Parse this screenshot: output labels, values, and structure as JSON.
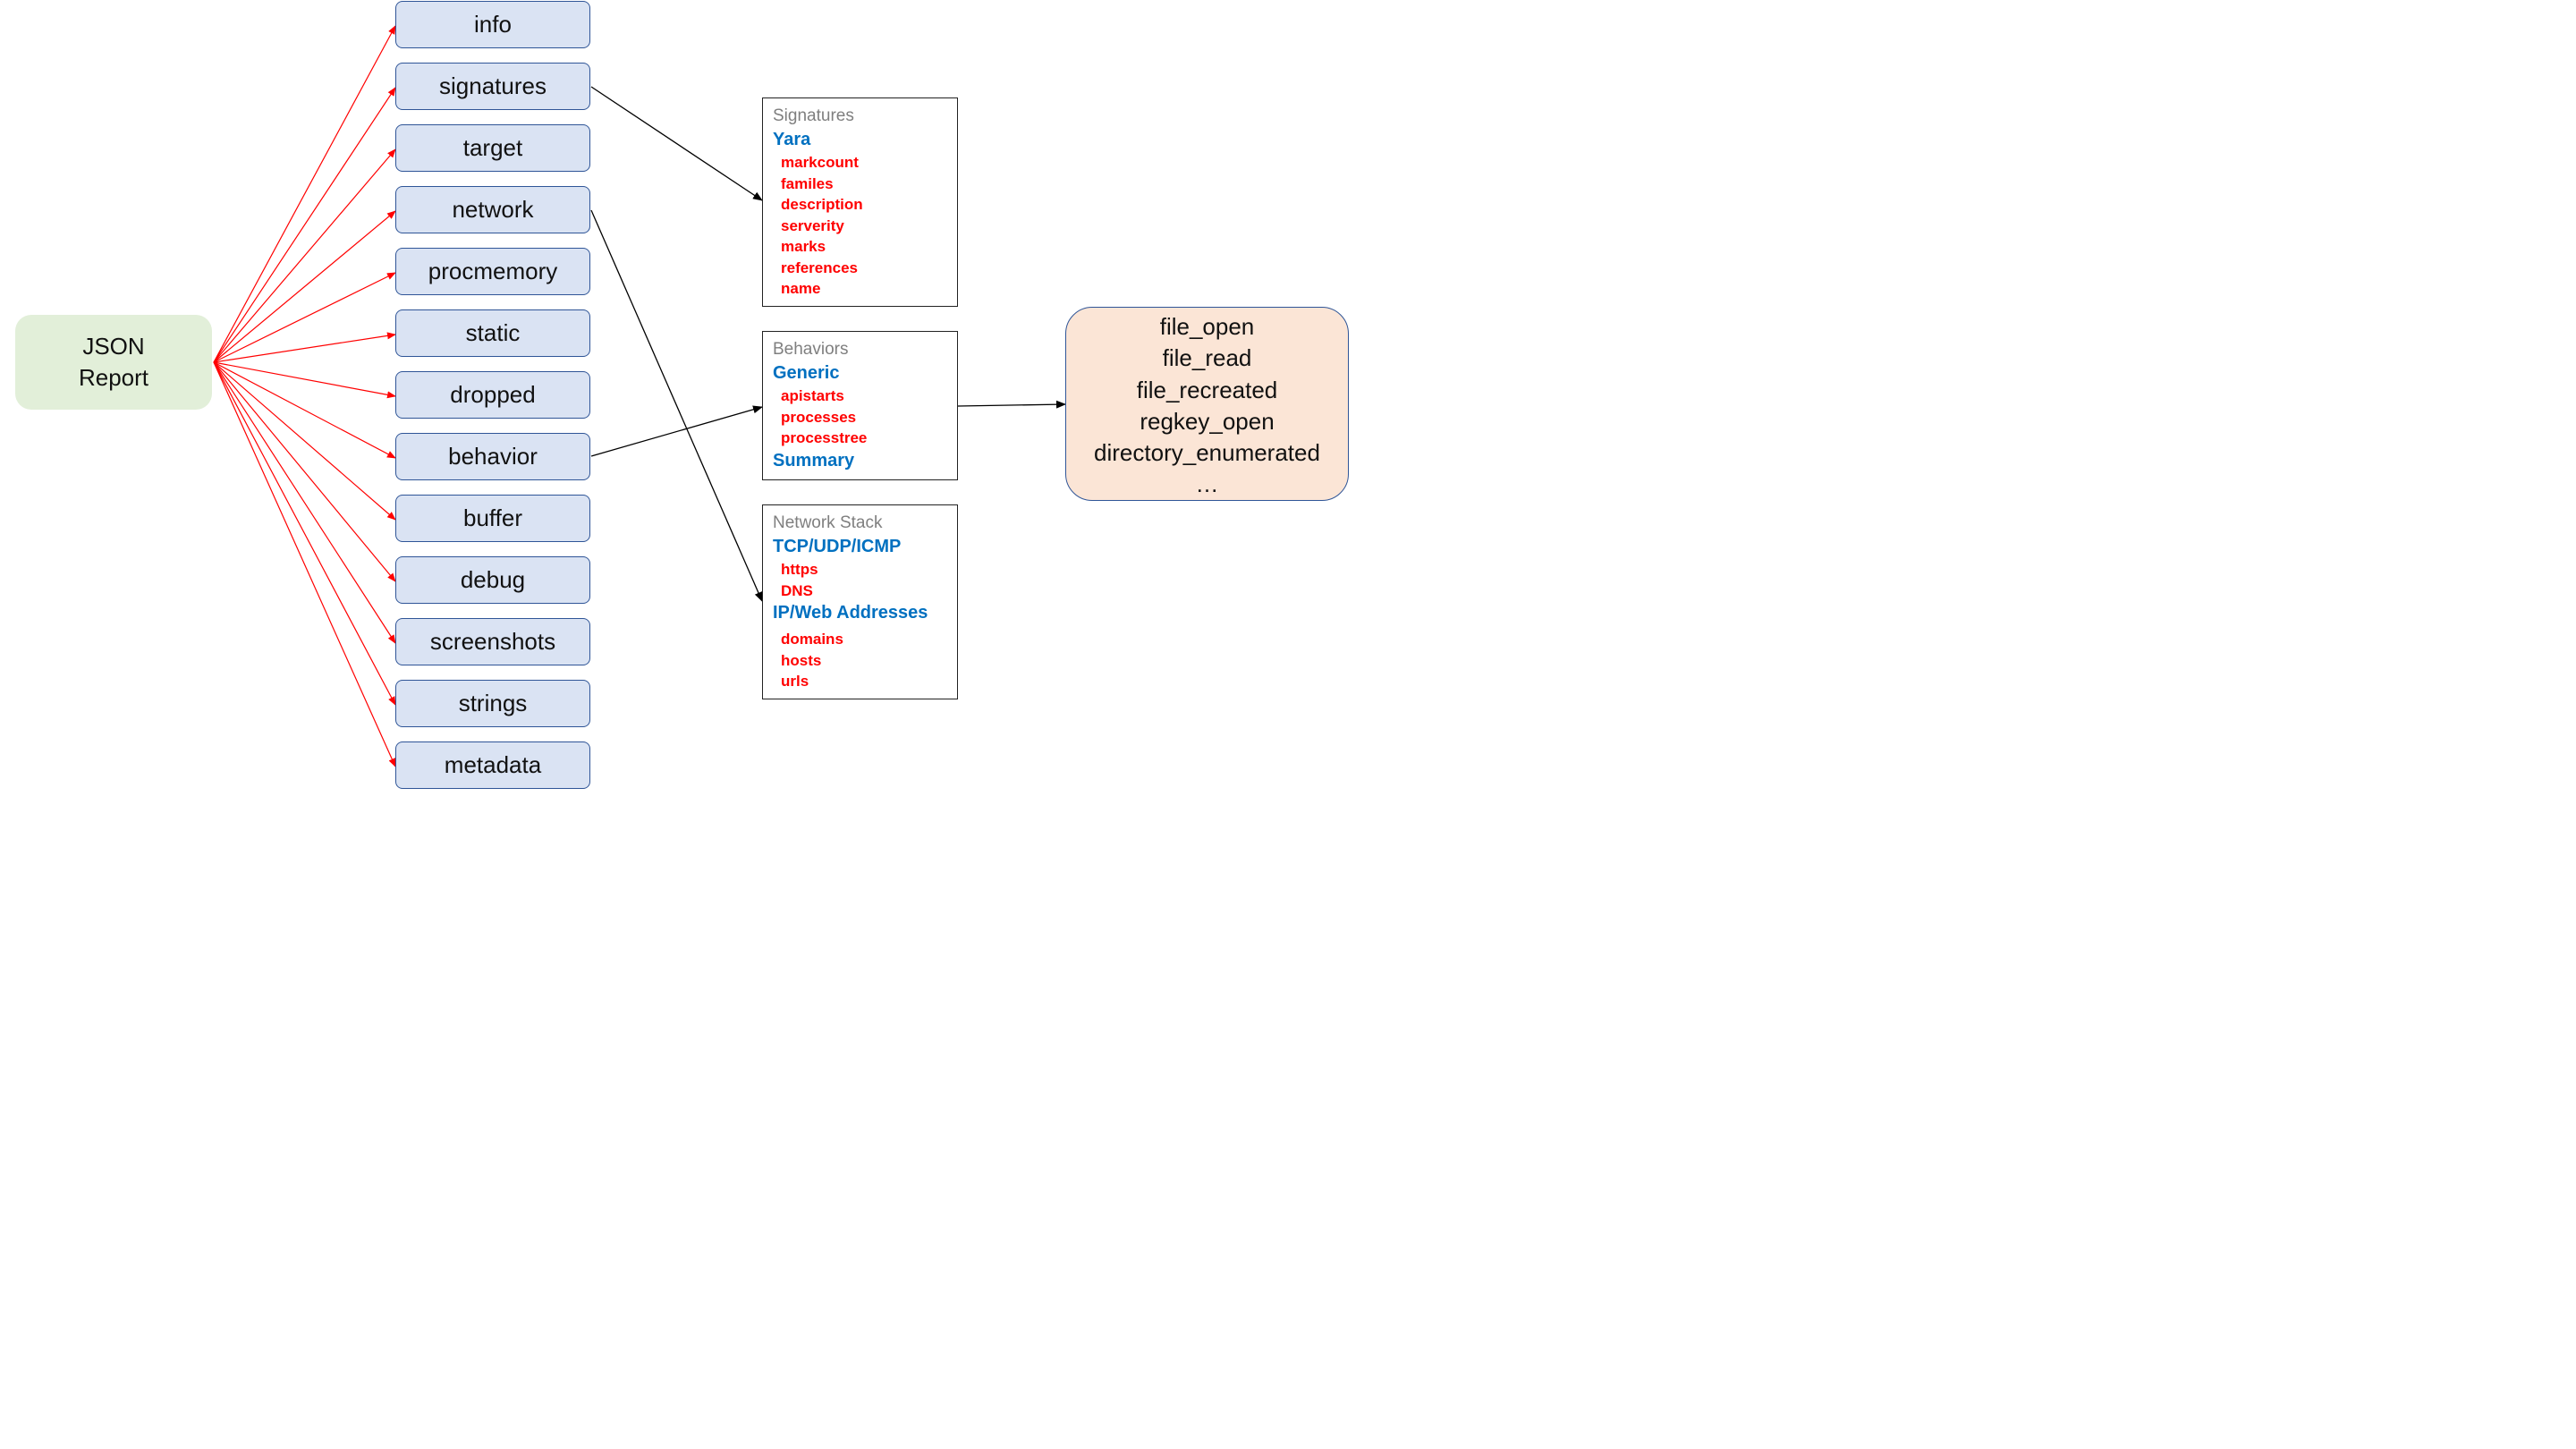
{
  "root": {
    "line1": "JSON",
    "line2": "Report"
  },
  "keys": [
    "info",
    "signatures",
    "target",
    "network",
    "procmemory",
    "static",
    "dropped",
    "behavior",
    "buffer",
    "debug",
    "screenshots",
    "strings",
    "metadata"
  ],
  "signatures_box": {
    "title": "Signatures",
    "category": "Yara",
    "fields": [
      "markcount",
      "familes",
      "description",
      "serverity",
      "marks",
      "references",
      "name"
    ]
  },
  "behaviors_box": {
    "title": "Behaviors",
    "category": "Generic",
    "fields": [
      "apistarts",
      "processes",
      "processtree"
    ],
    "category2": "Summary"
  },
  "network_box": {
    "title": "Network Stack",
    "category": "TCP/UDP/ICMP",
    "fields": [
      "https",
      "DNS"
    ],
    "category2": "IP/Web Addresses",
    "fields2": [
      "domains",
      "hosts",
      "urls"
    ]
  },
  "events": [
    "file_open",
    "file_read",
    "file_recreated",
    "regkey_open",
    "directory_enumerated",
    "…"
  ],
  "colors": {
    "root_fill": "#e2efd9",
    "key_fill": "#dae3f3",
    "key_border": "#2f5597",
    "events_fill": "#fbe5d6",
    "red_arrow": "#ff0000",
    "black_arrow": "#000000",
    "category_blue": "#0070c0",
    "field_red": "#ff0000",
    "title_gray": "#7f7f7f"
  }
}
